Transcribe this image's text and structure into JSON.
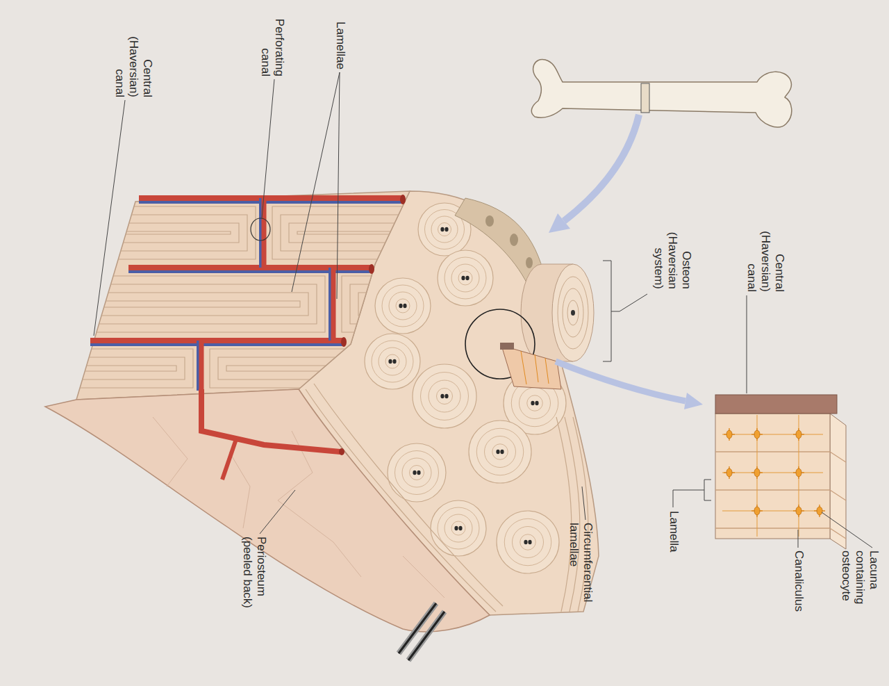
{
  "diagram": {
    "labels": [
      "Lacuna containing osteocyte",
      "Canaliculus",
      "Central (Haversian) canal",
      "Lamella",
      "Osteon (Haversian system)",
      "Circumferential lamellae",
      "Lamellae",
      "Perforating canal",
      "Periosteum (peeled back)",
      "Central (Haversian) canal"
    ]
  }
}
